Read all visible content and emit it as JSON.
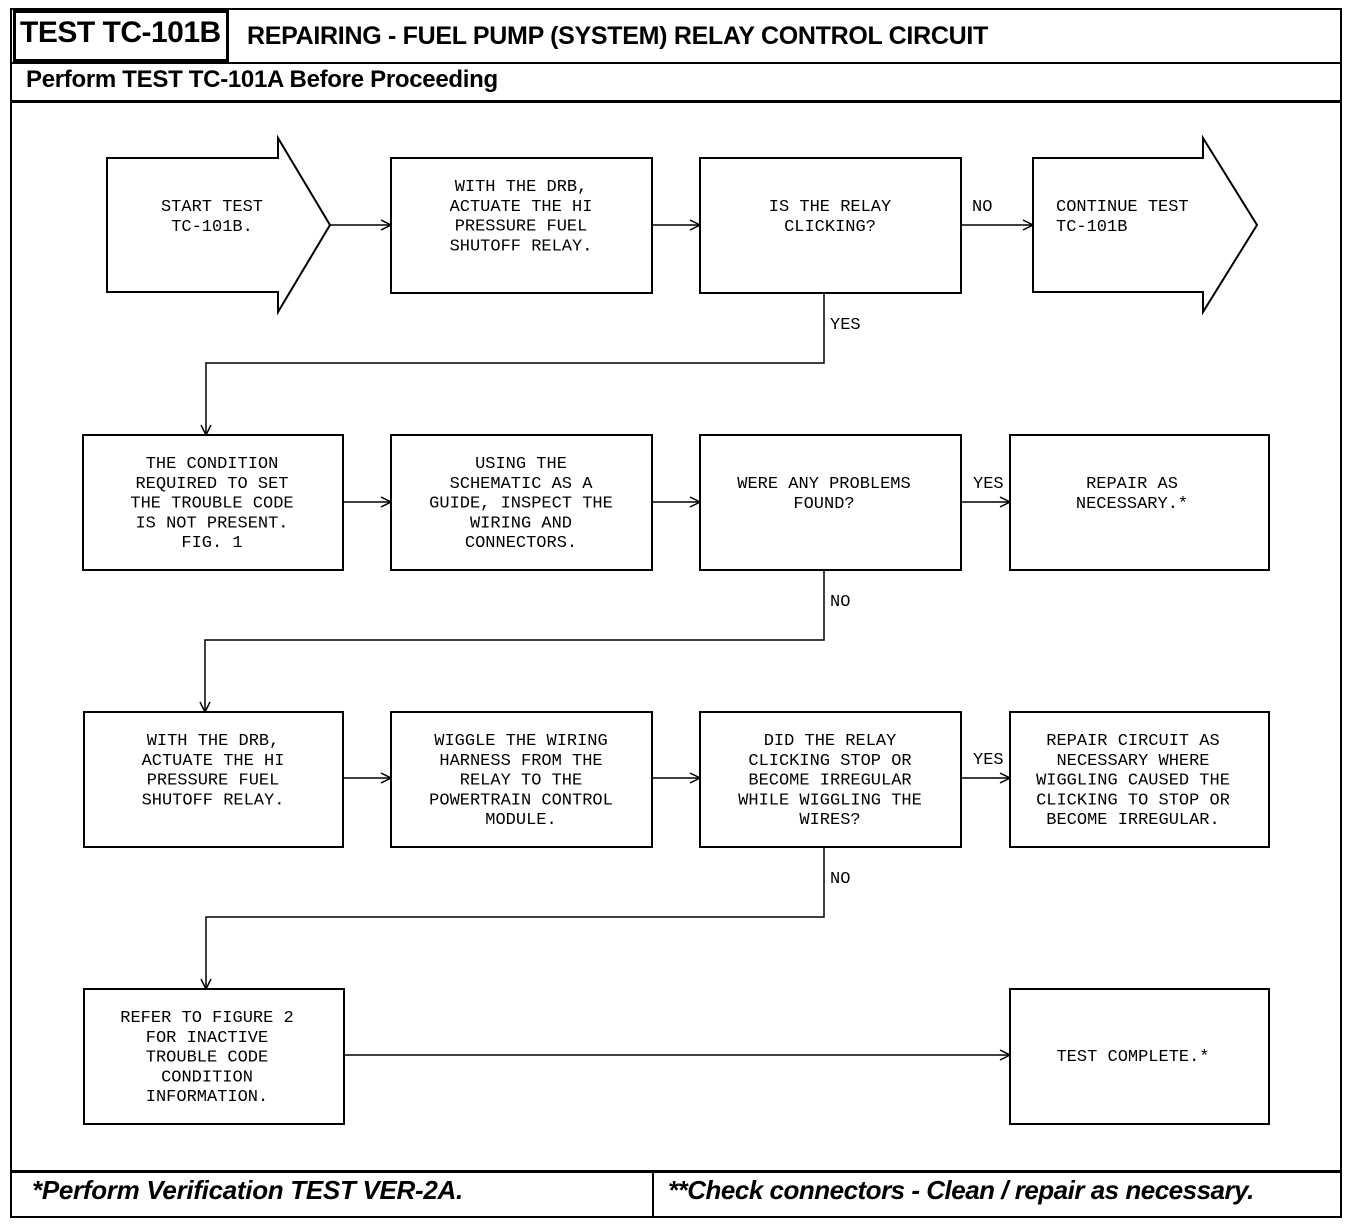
{
  "header": {
    "test_id": "TEST TC-101B",
    "title": "REPAIRING - FUEL PUMP (SYSTEM) RELAY CONTROL CIRCUIT",
    "subtitle": "Perform TEST TC-101A Before Proceeding"
  },
  "flow": {
    "start": [
      "START TEST",
      "TC-101B."
    ],
    "actuate_1": [
      "WITH THE DRB,",
      "ACTUATE THE HI",
      "PRESSURE FUEL",
      "SHUTOFF RELAY."
    ],
    "relay_clicking": [
      "IS THE RELAY",
      "CLICKING?"
    ],
    "continue": [
      "CONTINUE TEST",
      "TC-101B"
    ],
    "condition": [
      "THE CONDITION",
      "REQUIRED TO SET",
      "THE TROUBLE CODE",
      "IS NOT PRESENT.",
      "FIG. 1"
    ],
    "inspect": [
      "USING THE",
      "SCHEMATIC AS A",
      "GUIDE, INSPECT THE",
      "WIRING AND",
      "CONNECTORS."
    ],
    "problems": [
      "WERE ANY PROBLEMS",
      "FOUND?"
    ],
    "repair": [
      "REPAIR AS",
      "NECESSARY.*"
    ],
    "actuate_2": [
      "WITH THE DRB,",
      "ACTUATE THE HI",
      "PRESSURE FUEL",
      "SHUTOFF RELAY."
    ],
    "wiggle": [
      "WIGGLE THE WIRING",
      "HARNESS FROM THE",
      "RELAY TO THE",
      "POWERTRAIN CONTROL",
      "MODULE."
    ],
    "did_stop": [
      "DID THE RELAY",
      "CLICKING STOP OR",
      "BECOME IRREGULAR",
      "WHILE WIGGLING THE",
      "WIRES?"
    ],
    "repair_circuit": [
      "REPAIR CIRCUIT AS",
      "NECESSARY WHERE",
      "WIGGLING CAUSED THE",
      "CLICKING TO STOP OR",
      "BECOME IRREGULAR."
    ],
    "refer": [
      "REFER TO FIGURE 2",
      "FOR INACTIVE",
      "TROUBLE CODE",
      "CONDITION",
      "INFORMATION."
    ],
    "complete": [
      "TEST COMPLETE.*"
    ]
  },
  "labels": {
    "yes": "YES",
    "no": "NO"
  },
  "footer": {
    "left": "*Perform Verification TEST VER-2A.",
    "right": "**Check connectors - Clean / repair as necessary."
  }
}
